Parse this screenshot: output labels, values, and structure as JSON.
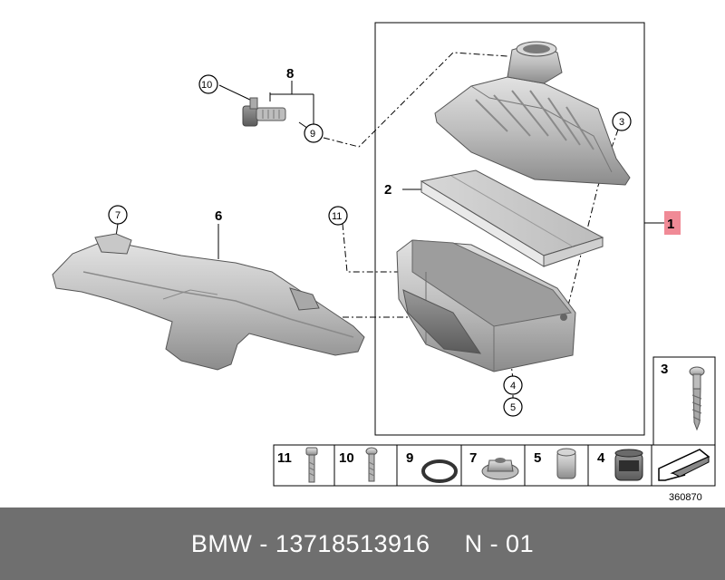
{
  "callouts": {
    "c1": "1",
    "c2": "2",
    "c3": "3",
    "c4": "4",
    "c5": "5",
    "c6": "6",
    "c7": "7",
    "c8": "8",
    "c9": "9",
    "c10": "10",
    "c11": "11"
  },
  "side_panel": {
    "label": "3"
  },
  "legend": [
    {
      "number": "11"
    },
    {
      "number": "10"
    },
    {
      "number": "9"
    },
    {
      "number": "7"
    },
    {
      "number": "5"
    },
    {
      "number": "4"
    }
  ],
  "diagram_id": "360870",
  "footer": {
    "brand_part": "BMW - 13718513916",
    "variant": "N - 01"
  },
  "colors": {
    "highlight": "#f08a96",
    "footer_bg": "#6f6f6f",
    "part_fill": "#b8b8b8"
  }
}
